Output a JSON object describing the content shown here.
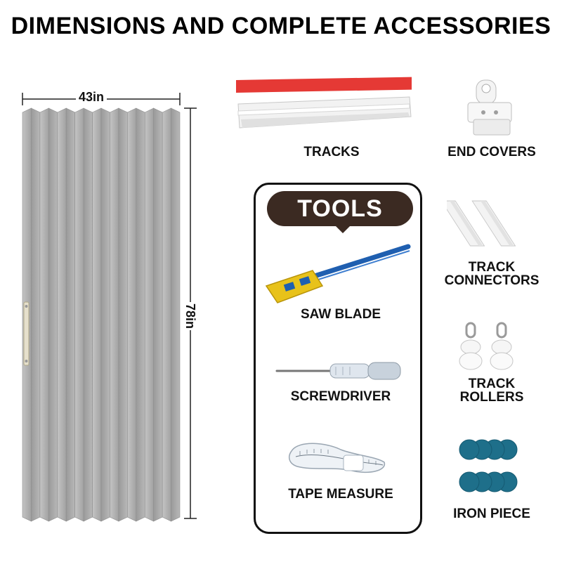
{
  "title": "DIMENSIONS AND COMPLETE ACCESSORIES",
  "dimensions": {
    "width": "43in",
    "height": "78in"
  },
  "tools": {
    "heading": "TOOLS",
    "items": [
      {
        "label": "SAW BLADE",
        "icon": "saw-blade-icon"
      },
      {
        "label": "SCREWDRIVER",
        "icon": "screwdriver-icon"
      },
      {
        "label": "TAPE MEASURE",
        "icon": "tape-measure-icon"
      }
    ]
  },
  "accessories": [
    {
      "label": "TRACKS",
      "icon": "track-icon"
    },
    {
      "label": "END COVERS",
      "icon": "end-cover-icon"
    },
    {
      "label_lines": [
        "TRACK",
        "CONNECTORS"
      ],
      "icon": "track-connector-icon"
    },
    {
      "label_lines": [
        "TRACK",
        "ROLLERS"
      ],
      "icon": "track-roller-icon"
    },
    {
      "label": "IRON PIECE",
      "icon": "iron-piece-icon"
    }
  ],
  "colors": {
    "tools_badge": "#3b2a22",
    "door": "#a8a8a8",
    "track_tape": "#e53935",
    "iron_piece": "#1e6f8a",
    "saw_frame": "#1f5fb0",
    "saw_handle": "#e8c21a"
  }
}
